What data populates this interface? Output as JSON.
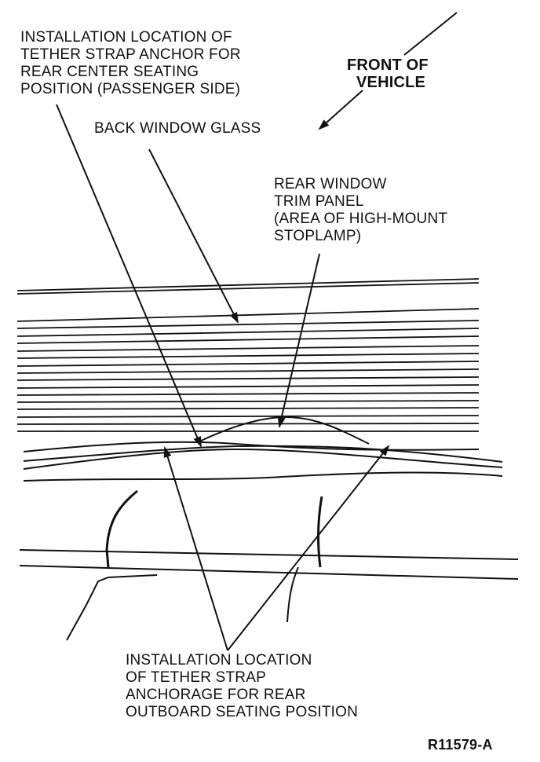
{
  "labels": {
    "center_anchor": [
      "INSTALLATION LOCATION OF",
      "TETHER STRAP ANCHOR FOR",
      "REAR CENTER SEATING",
      "POSITION (PASSENGER SIDE)"
    ],
    "front_of_vehicle": [
      "FRONT OF",
      "VEHICLE"
    ],
    "back_window_glass": "BACK WINDOW GLASS",
    "rear_window_trim": [
      "REAR WINDOW",
      "TRIM PANEL",
      "(AREA OF HIGH-MOUNT",
      "STOPLAMP)"
    ],
    "outboard_anchorage": [
      "INSTALLATION LOCATION",
      "OF TETHER STRAP",
      "ANCHORAGE FOR REAR",
      "OUTBOARD SEATING POSITION"
    ],
    "figure_id": "R11579-A"
  },
  "colors": {
    "ink": "#111111",
    "background": "#ffffff"
  }
}
